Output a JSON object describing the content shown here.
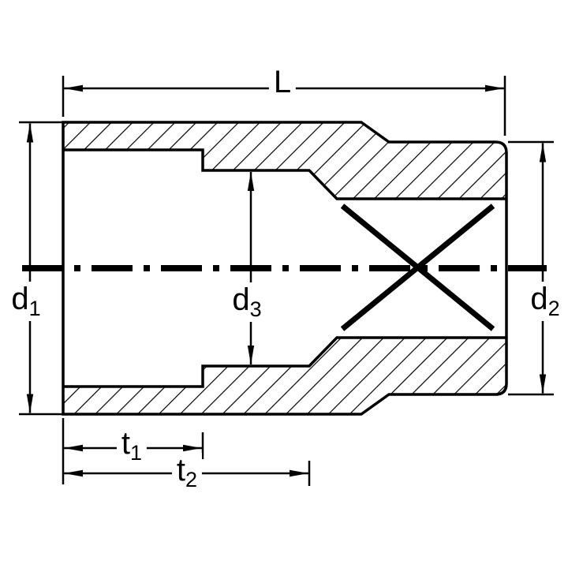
{
  "diagram": {
    "title": "socket-cross-section-dimension-drawing",
    "labels": {
      "length": {
        "main": "L",
        "sub": ""
      },
      "d1": {
        "main": "d",
        "sub": "1"
      },
      "d2": {
        "main": "d",
        "sub": "2"
      },
      "d3": {
        "main": "d",
        "sub": "3"
      },
      "t1": {
        "main": "t",
        "sub": "1"
      },
      "t2": {
        "main": "t",
        "sub": "2"
      }
    },
    "colors": {
      "line": "#000000",
      "background": "#ffffff"
    }
  }
}
